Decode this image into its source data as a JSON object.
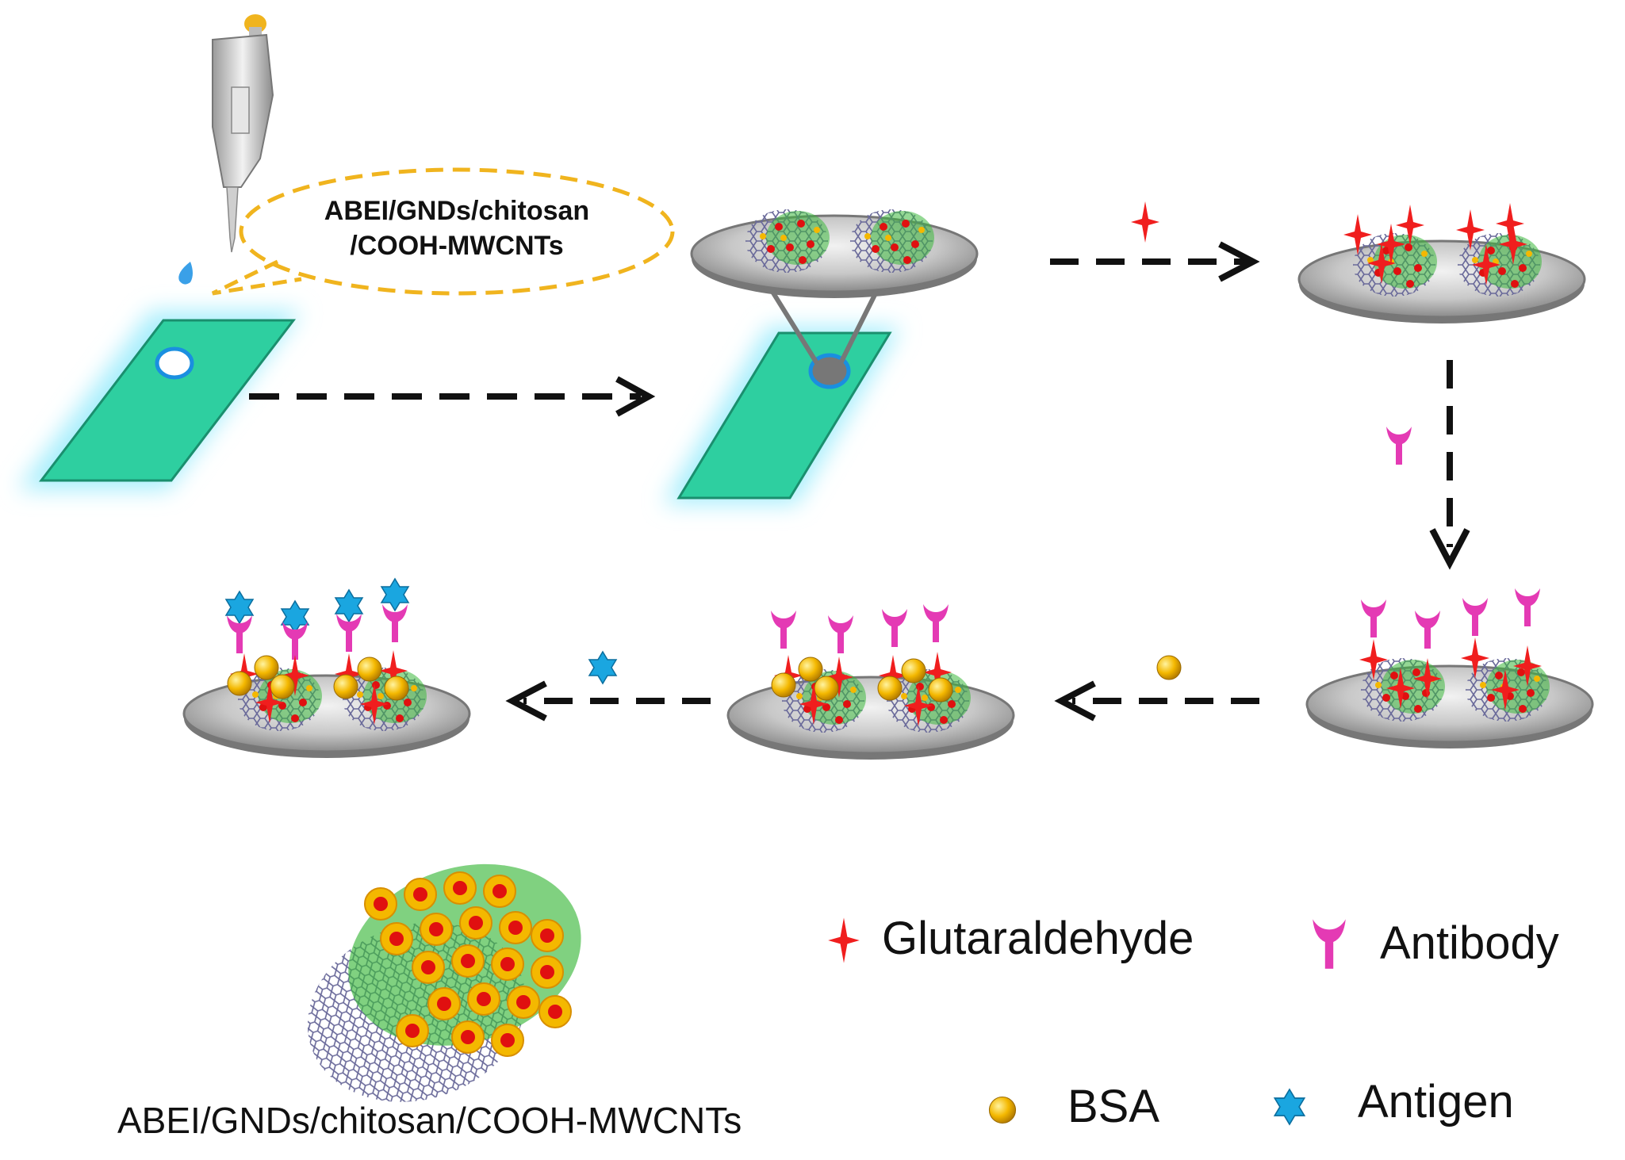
{
  "bubble_label_line1": "ABEI/GNDs/chitosan",
  "bubble_label_line2": "/COOH-MWCNTs",
  "legend": {
    "glutaraldehyde": "Glutaraldehyde",
    "antibody": "Antibody",
    "bsa": "BSA",
    "antigen": "Antigen"
  },
  "composite_caption": "ABEI/GNDs/chitosan/COOH-MWCNTs",
  "colors": {
    "electrode_green": "#2ecfa0",
    "glow": "#a8eefc",
    "plate_gray": "#bdbdbd",
    "bubble_orange": "#f0b41e",
    "glutaraldehyde_red": "#f01e1e",
    "antibody_magenta": "#e43ab4",
    "bsa_gold": "#f4b800",
    "antigen_blue": "#1aa6e0",
    "arrow": "#111111"
  }
}
